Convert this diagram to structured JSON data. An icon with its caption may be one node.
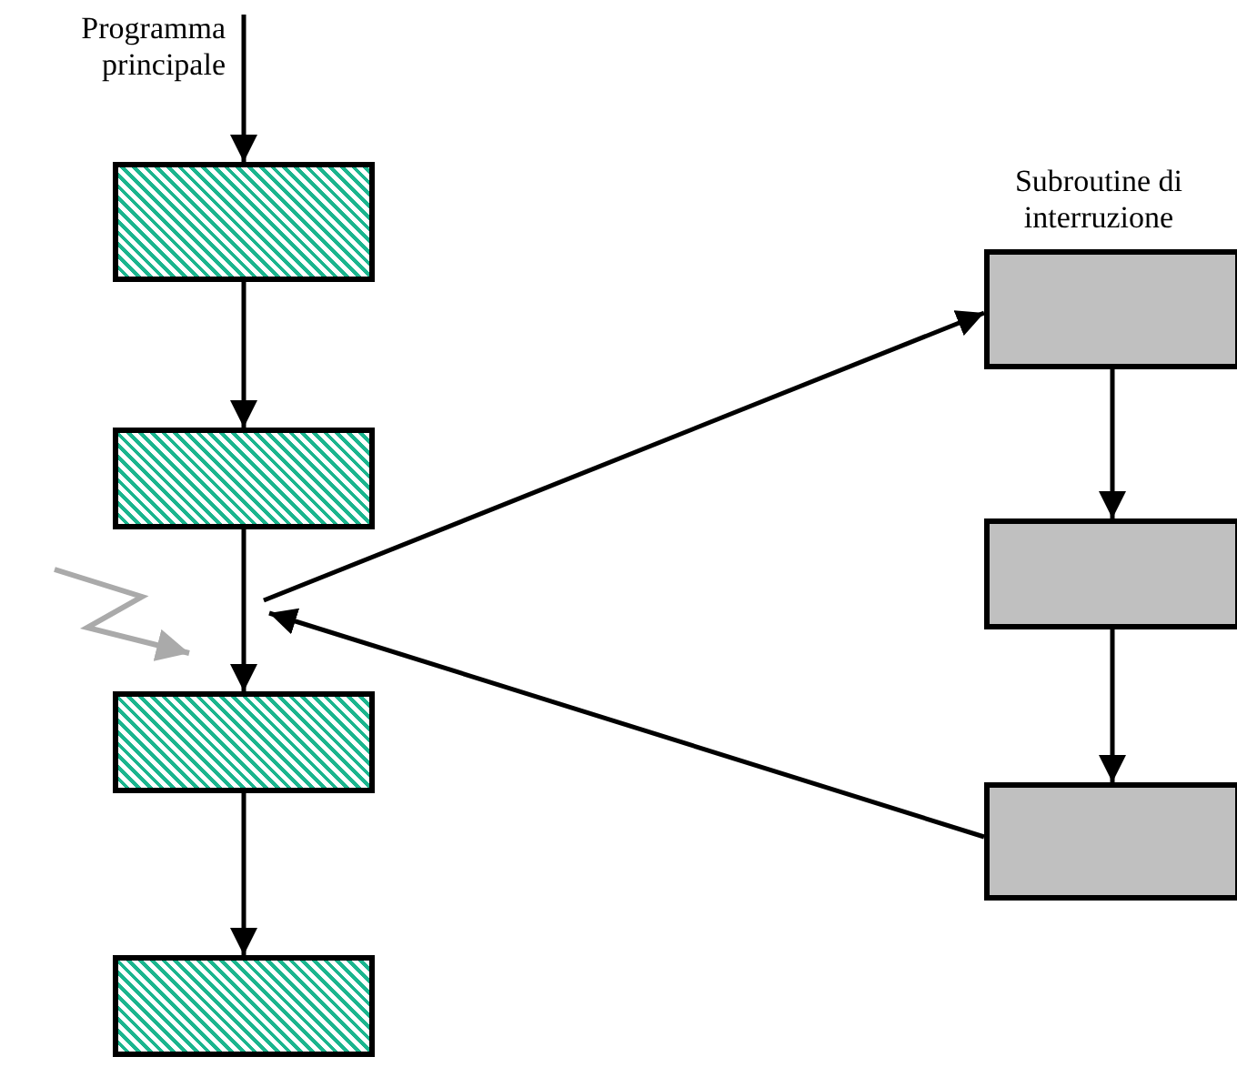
{
  "diagram": {
    "nodes": [
      {
        "text": [],
        "shape": "box"
      },
      {
        "text": [],
        "shape": "box"
      },
      {
        "text": [],
        "shape": "box"
      },
      {
        "text": [],
        "shape": "box"
      },
      {
        "text": [
          "Subroutine di interruzione"
        ]
      },
      {
        "text": [],
        "shape": "box"
      },
      {
        "text": [],
        "shape": "box"
      }
    ],
    "edges": [
      {
        "from": null,
        "to": 0,
        "arrow": "to"
      },
      {
        "from": 0,
        "to": 1,
        "arrow": "to"
      },
      {
        "from": 1,
        "to": 2,
        "arrow": "to"
      },
      {
        "from": 2,
        "to": 3,
        "arrow": "to"
      },
      {
        "from": null,
        "to": 4,
        "arrow": "to"
      },
      {
        "from": 4,
        "to": 5,
        "arrow": "to"
      },
      {
        "from": 5,
        "to": 6,
        "arrow": "to"
      },
      {
        "from": 6,
        "to": null,
        "arrow": "to"
      }
    ],
    "labels": [
      "Programma principale"
    ]
  }
}
